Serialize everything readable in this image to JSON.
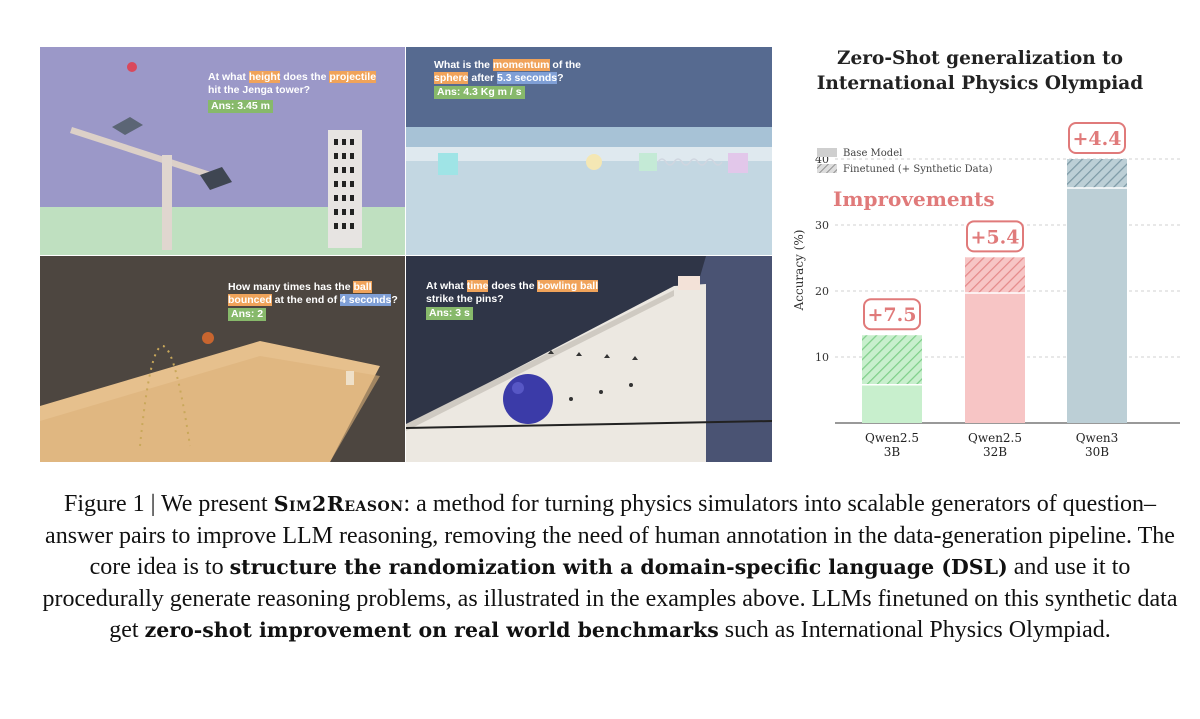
{
  "panels": {
    "projectile": {
      "q_pre": "At what ",
      "q_h1": "height",
      "q_mid": " does the ",
      "q_h2": "projectile",
      "q_post": "hit the Jenga tower?",
      "ans": "Ans: 3.45 m"
    },
    "momentum": {
      "q_pre": "What is the ",
      "q_h1": "momentum",
      "q_mid": " of the",
      "q_h2": "sphere",
      "q_mid2": " after ",
      "q_h3": "5.3 seconds",
      "q_post": "?",
      "ans": "Ans: 4.3 Kg m / s"
    },
    "ball": {
      "q_pre": "How many times has the ",
      "q_h1": "ball",
      "q_h2": "bounced",
      "q_mid": " at the end of ",
      "q_h3": "4 seconds",
      "q_post": "?",
      "ans": "Ans: 2"
    },
    "bowling": {
      "q_pre": "At what ",
      "q_h1": "time",
      "q_mid": " does the ",
      "q_h2": "bowling ball",
      "q_post": "strike the pins?",
      "ans": "Ans: 3 s"
    }
  },
  "chart_data": {
    "type": "bar",
    "title_line1": "Zero-Shot generalization to",
    "title_line2": "International Physics Olympiad",
    "ylabel": "Accuracy (%)",
    "ylim": [
      0,
      45
    ],
    "yticks": [
      10,
      20,
      30,
      40
    ],
    "grid": true,
    "legend_placement": "top-left",
    "annotation": "Improvements",
    "categories": [
      {
        "line1": "Qwen2.5",
        "line2": "3B"
      },
      {
        "line1": "Qwen2.5",
        "line2": "32B"
      },
      {
        "line1": "Qwen3",
        "line2": "30B"
      }
    ],
    "series": [
      {
        "name": "Base Model",
        "values": [
          5.8,
          19.7,
          35.6
        ]
      },
      {
        "name": "Finetuned (+ Synthetic Data)",
        "values": [
          13.3,
          25.1,
          40.0
        ]
      }
    ],
    "improvement_labels": [
      "+7.5",
      "+5.4",
      "+4.4"
    ],
    "colors": {
      "bar_fills": [
        "#c8efcd",
        "#f7c5c5",
        "#bccfd6"
      ],
      "hatch_lines": [
        "#7fcf8a",
        "#e58a8a",
        "#7d9aa6"
      ],
      "label_color": "#e07a7a",
      "grid": "#d0d0d0"
    }
  },
  "caption": {
    "t1": "Figure 1 | We present ",
    "name": "Sim2Reason",
    "t2": ": a method for turning physics simulators into scalable generators of question–answer pairs to improve LLM reasoning, removing the need of human annotation in the data-generation pipeline. The core idea is to ",
    "b1": "structure the randomization with a domain-specific language (DSL)",
    "t3": " and use it to procedurally generate reasoning problems, as illustrated in the examples above. LLMs finetuned on this synthetic data get ",
    "b2": "zero-shot improvement on real world benchmarks",
    "t4": " such as International Physics Olympiad."
  }
}
